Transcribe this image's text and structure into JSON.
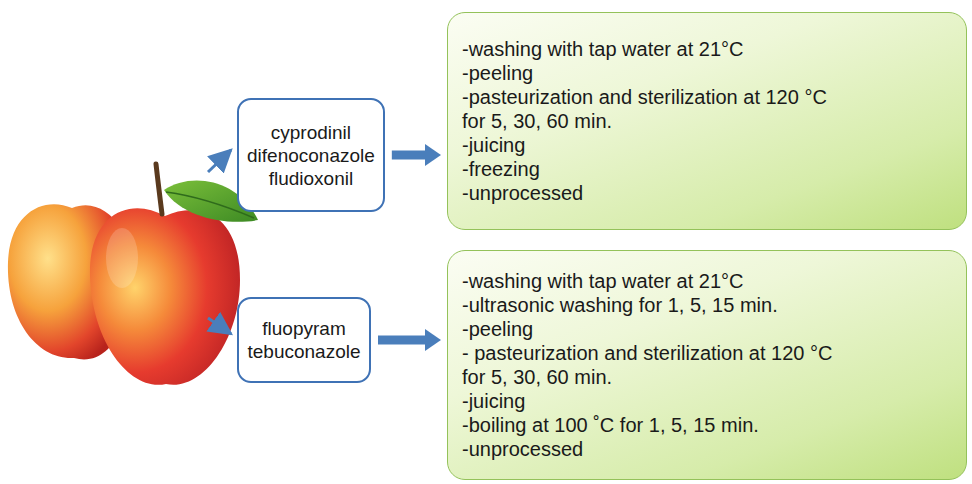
{
  "diagram": {
    "nodes": [
      {
        "text": [
          "cyprodinil",
          "difenoconazole",
          "fludioxonil"
        ]
      },
      {
        "text": [
          "-washing with tap water at 21°C",
          "-peeling",
          "-pasteurization and sterilization at 120 °C for 5, 30, 60 min.",
          "-juicing",
          "-freezing",
          "-unprocessed"
        ]
      },
      {
        "text": [
          "fluopyram",
          "tebuconazole"
        ]
      },
      {
        "text": [
          "-washing with tap water at 21°C",
          "-ultrasonic washing for 1, 5, 15 min.",
          "-peeling",
          "- pasteurization and sterilization at 120 °C for 5, 30, 60 min.",
          "-juicing",
          "-boiling at 100 ˚C for 1, 5, 15 min.",
          "-unprocessed"
        ]
      }
    ],
    "edges": [
      {
        "from": 0,
        "to": 1,
        "arrow": "to"
      },
      {
        "from": 2,
        "to": 3,
        "arrow": "to"
      }
    ]
  }
}
